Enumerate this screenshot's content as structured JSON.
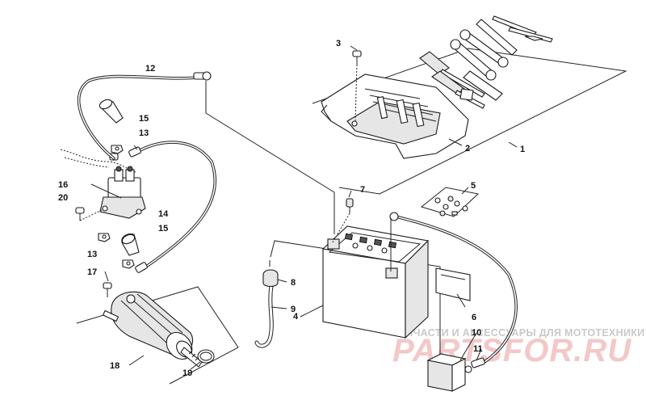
{
  "callouts": {
    "c1": "1",
    "c2": "2",
    "c3": "3",
    "c4": "4",
    "c5": "5",
    "c6": "6",
    "c7": "7",
    "c8": "8",
    "c9": "9",
    "c10": "10",
    "c11": "11",
    "c12": "12",
    "c13a": "13",
    "c13b": "13",
    "c14": "14",
    "c15a": "15",
    "c15b": "15",
    "c16": "16",
    "c17": "17",
    "c18": "18",
    "c19": "19",
    "c20": "20"
  },
  "watermark": {
    "tagline": "ЗАПЧАСТИ И АКСЕССУАРЫ ДЛЯ МОТОТЕХНИКИ",
    "brand": "PARTSFOR.RU"
  },
  "colors": {
    "line": "#222222",
    "watermark_text": "#c9c9c9",
    "watermark_brand": "#f3c8c8"
  }
}
